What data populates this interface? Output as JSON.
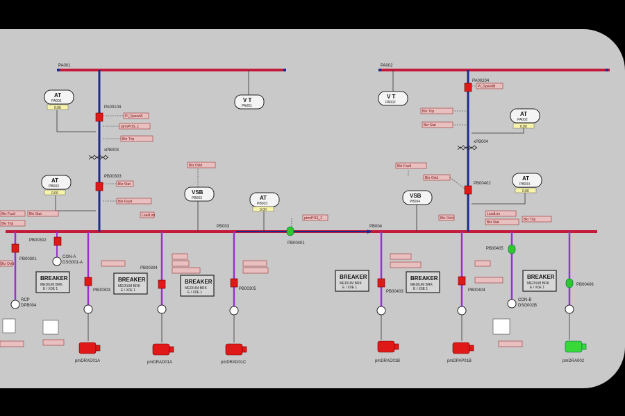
{
  "buses": {
    "pa001": "PA001",
    "pa002": "PA002",
    "pb003": "PB003",
    "pb004": "PB004"
  },
  "instruments": {
    "at_title": "AT",
    "vt_title": "V T",
    "vsb_title": "VSB",
    "at_pa001": "PA001",
    "vt_pa001": "PA001",
    "at_pb003": "PB003",
    "vsb_pb003": "PB003",
    "at_pb003b": "PB003",
    "vt_pa002": "PA002",
    "at_pa002": "PA002",
    "vsb_pb004": "PB004",
    "at_pb004": "PB004",
    "yellow_value": "0.00"
  },
  "breakers": {
    "pa00104": "PA00104",
    "pa00204": "PA00204",
    "pb00303": "PB00303",
    "pb00402": "PB00402",
    "pb00302": "PB00302",
    "pb00303b": "PB00303",
    "pb00304": "PB00304",
    "pb00305": "PB00305",
    "pb00401": "PB00401",
    "pb00403": "PB00403",
    "pb00404": "PB00404",
    "pb00405": "PB00405",
    "pb00406": "PB00406",
    "pb00301": "PB00301"
  },
  "isolators": {
    "left": "xPB003",
    "right": "xPB004"
  },
  "feeder_boxes": {
    "title": "BREAKER",
    "line1": "MEDIUM BRK",
    "line2": "E / X0E 1"
  },
  "loads": {
    "dra1a": "pmDRAD01A",
    "dra1a2": "pmDRAD01A",
    "dra1c": "pmDRAD01C",
    "dra1b": "pmDRAD01B",
    "dpa1b": "pmDPAP01B",
    "dra02": "pmDRA002"
  },
  "transformers": {
    "con_a": "CON-A",
    "con_a_id": "DSG001-A",
    "con_b": "CON-B",
    "con_b_id": "DSG002B",
    "left_id": "RCP",
    "left_id2": "DPB004"
  },
  "status_tags": {
    "t01": "PI_SpeedA",
    "t02": "ptrmPOS_1",
    "t03": "Bkr Trip",
    "t04": "Bkr Stat",
    "t05": "Bkr Fault",
    "t06": "Bkr Ovld",
    "t07": "LoadLim",
    "t08": "ptrmPOS_2",
    "t09": "PI_SpeedB",
    "t10": "Bkr Trip",
    "t11": "Bkr Stat",
    "t12": "Bkr Fault",
    "t13": "Bkr Ovld",
    "t14": "LoadLim",
    "t15": "Bkr Stat",
    "t16": "Bkr Trip",
    "t17": "Bkr Ovld",
    "t18": "Bkr Fault",
    "t19": "Bkr Stat",
    "t20": "Bkr Trip",
    "t21": "Bkr Ovld"
  },
  "colors": {
    "bus_red": "#c41a3a",
    "bus_blue": "#1c2a8c",
    "feeder": "#9a2fd6",
    "breaker_closed": "#e01818",
    "breaker_open": "#2ec82e",
    "motor_red": "#e01818",
    "motor_green": "#38d838"
  }
}
